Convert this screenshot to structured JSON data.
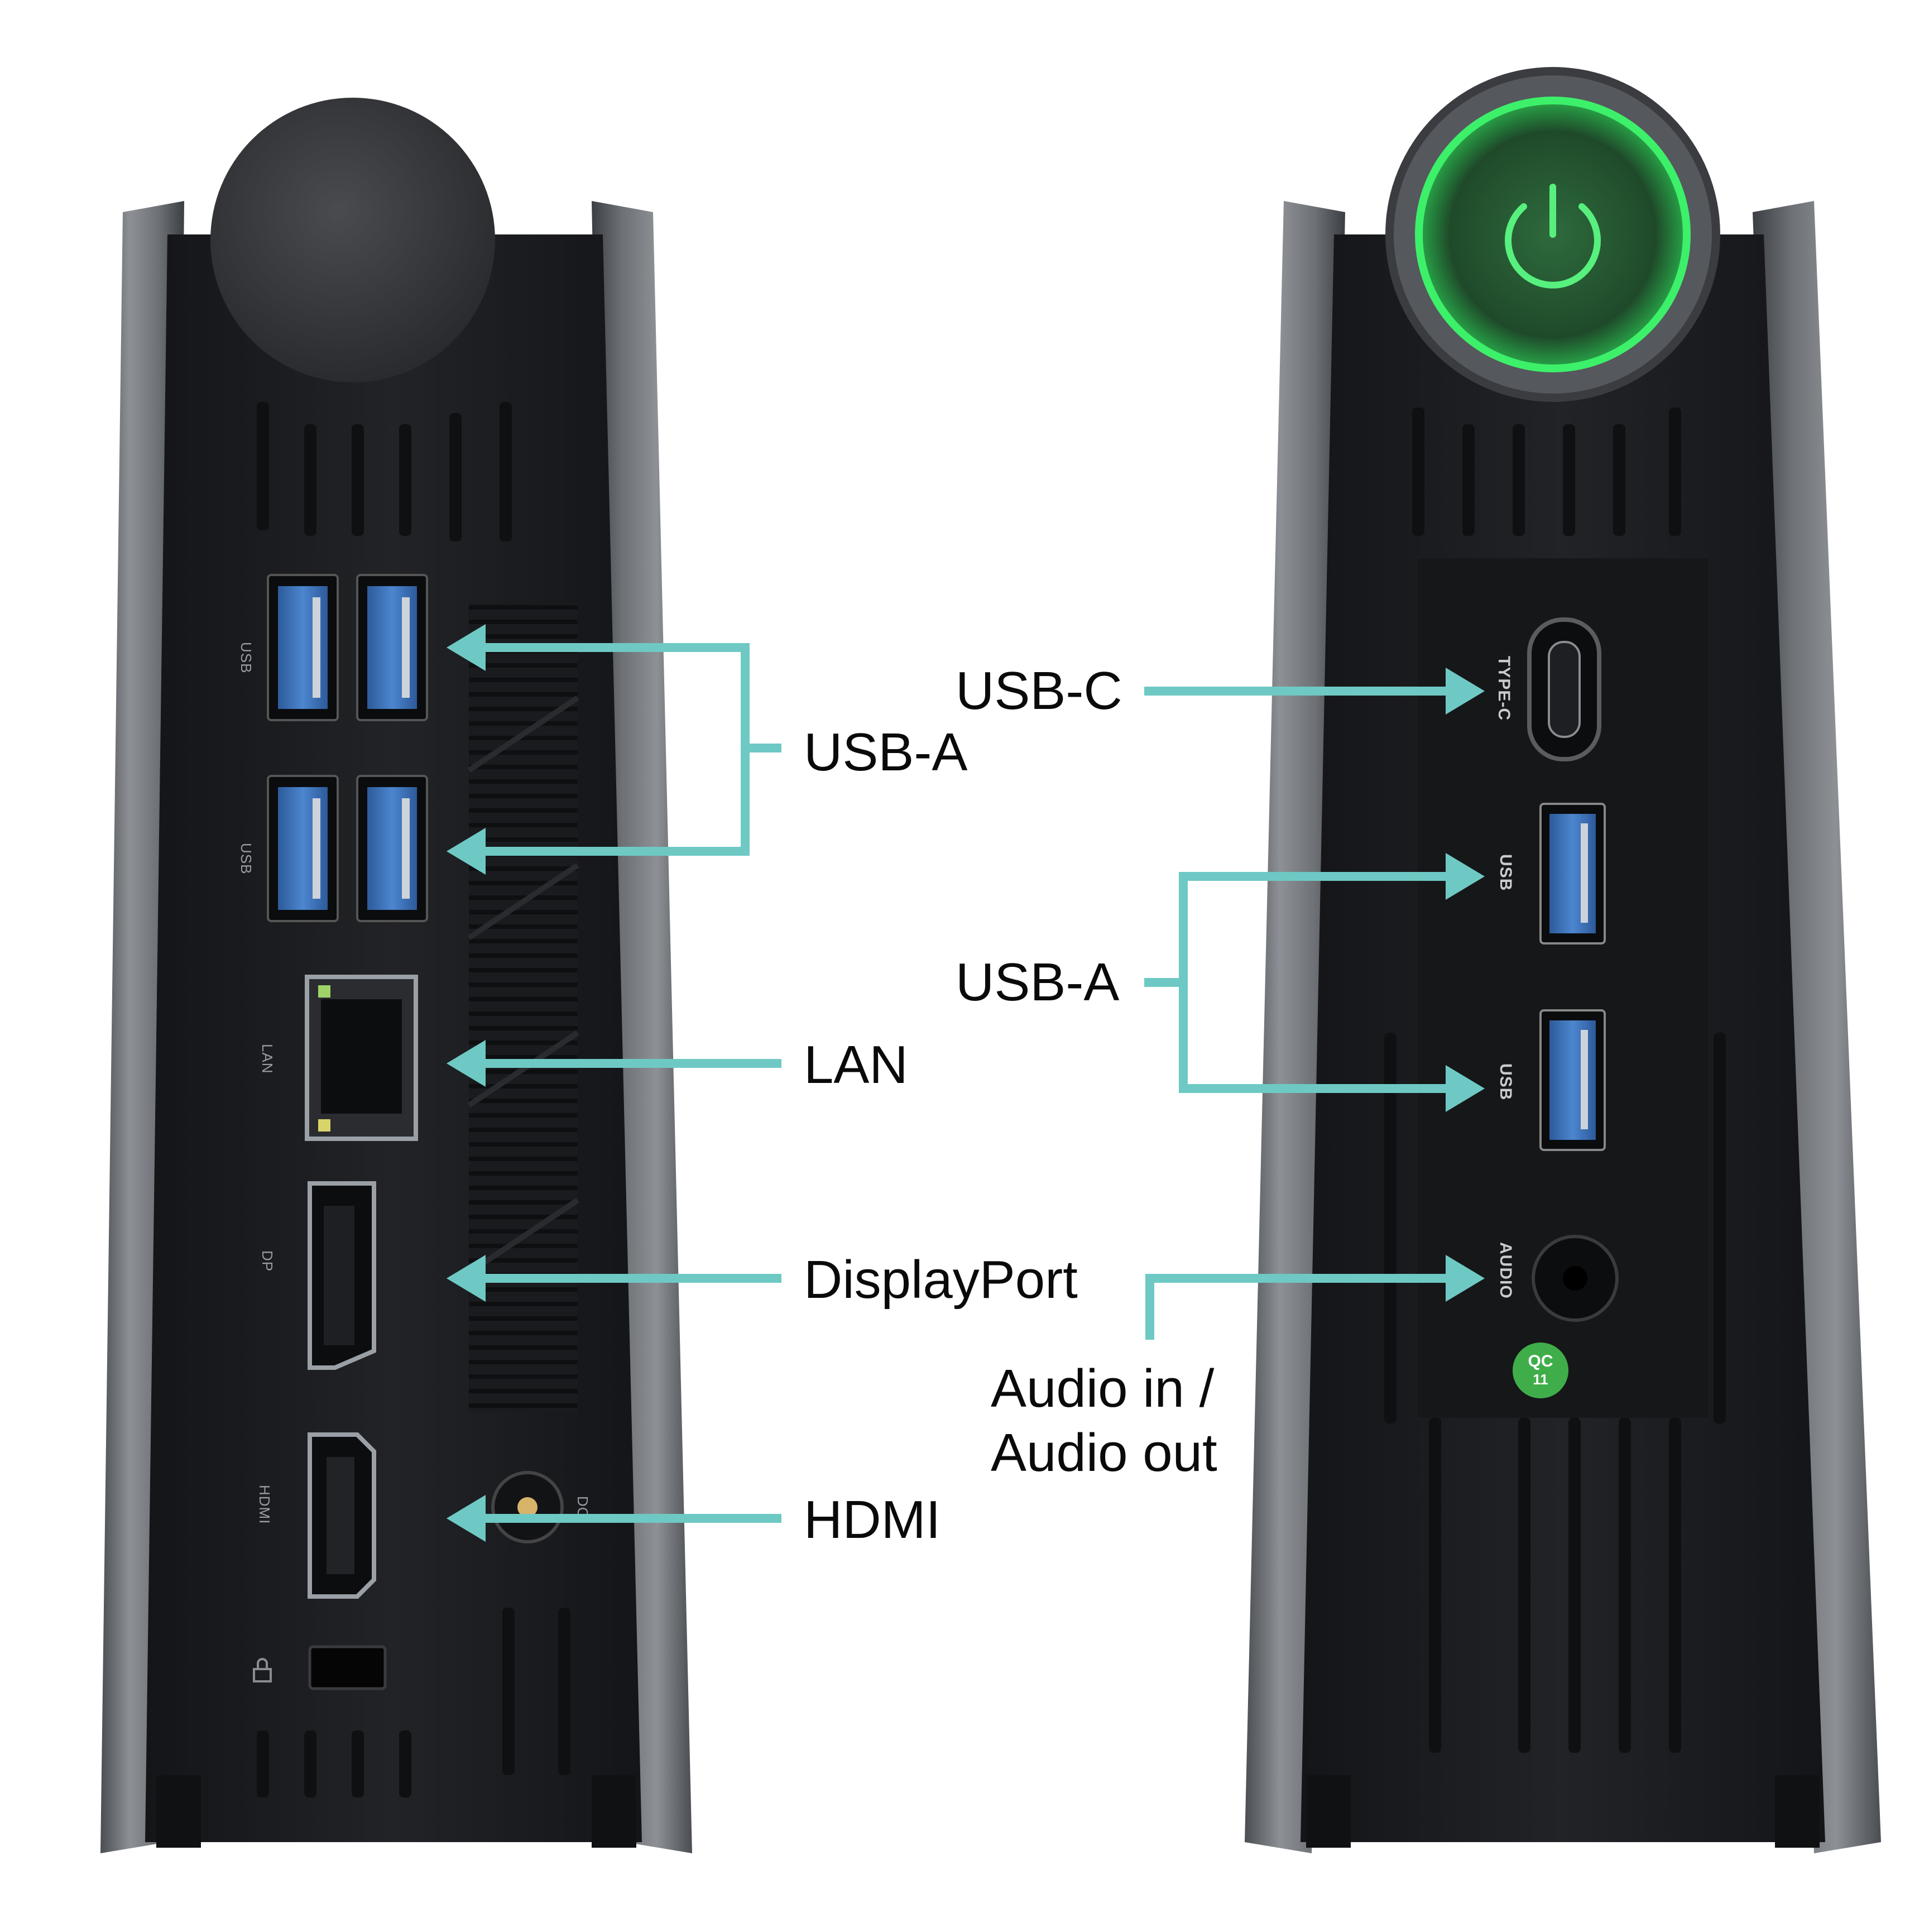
{
  "image": {
    "description_free": true
  },
  "callouts": {
    "usb_a_left": "USB-A",
    "lan": "LAN",
    "displayport": "DisplayPort",
    "hdmi": "HDMI",
    "usb_c": "USB-C",
    "usb_a_right": "USB-A",
    "audio_line1": "Audio in /",
    "audio_line2": "Audio out"
  },
  "device_labels": {
    "left": {
      "usb_top": "USB",
      "usb_bottom": "USB",
      "lan": "LAN",
      "dp": "DP",
      "hdmi": "HDMI",
      "dc": "DC"
    },
    "right": {
      "type_c": "TYPE-C",
      "usb_top": "USB",
      "usb_bottom": "USB",
      "audio": "AUDIO",
      "qc": "QC",
      "qc_num": "11"
    }
  },
  "colors": {
    "accent_teal": "#6ec9c4",
    "chassis_black": "#1c1d20",
    "frame_gray": "#6f7378",
    "usb_blue": "#3a6fb8",
    "power_ring_green": "#3df06a"
  },
  "icons": {
    "power": "power-icon",
    "lock": "lock-icon"
  }
}
